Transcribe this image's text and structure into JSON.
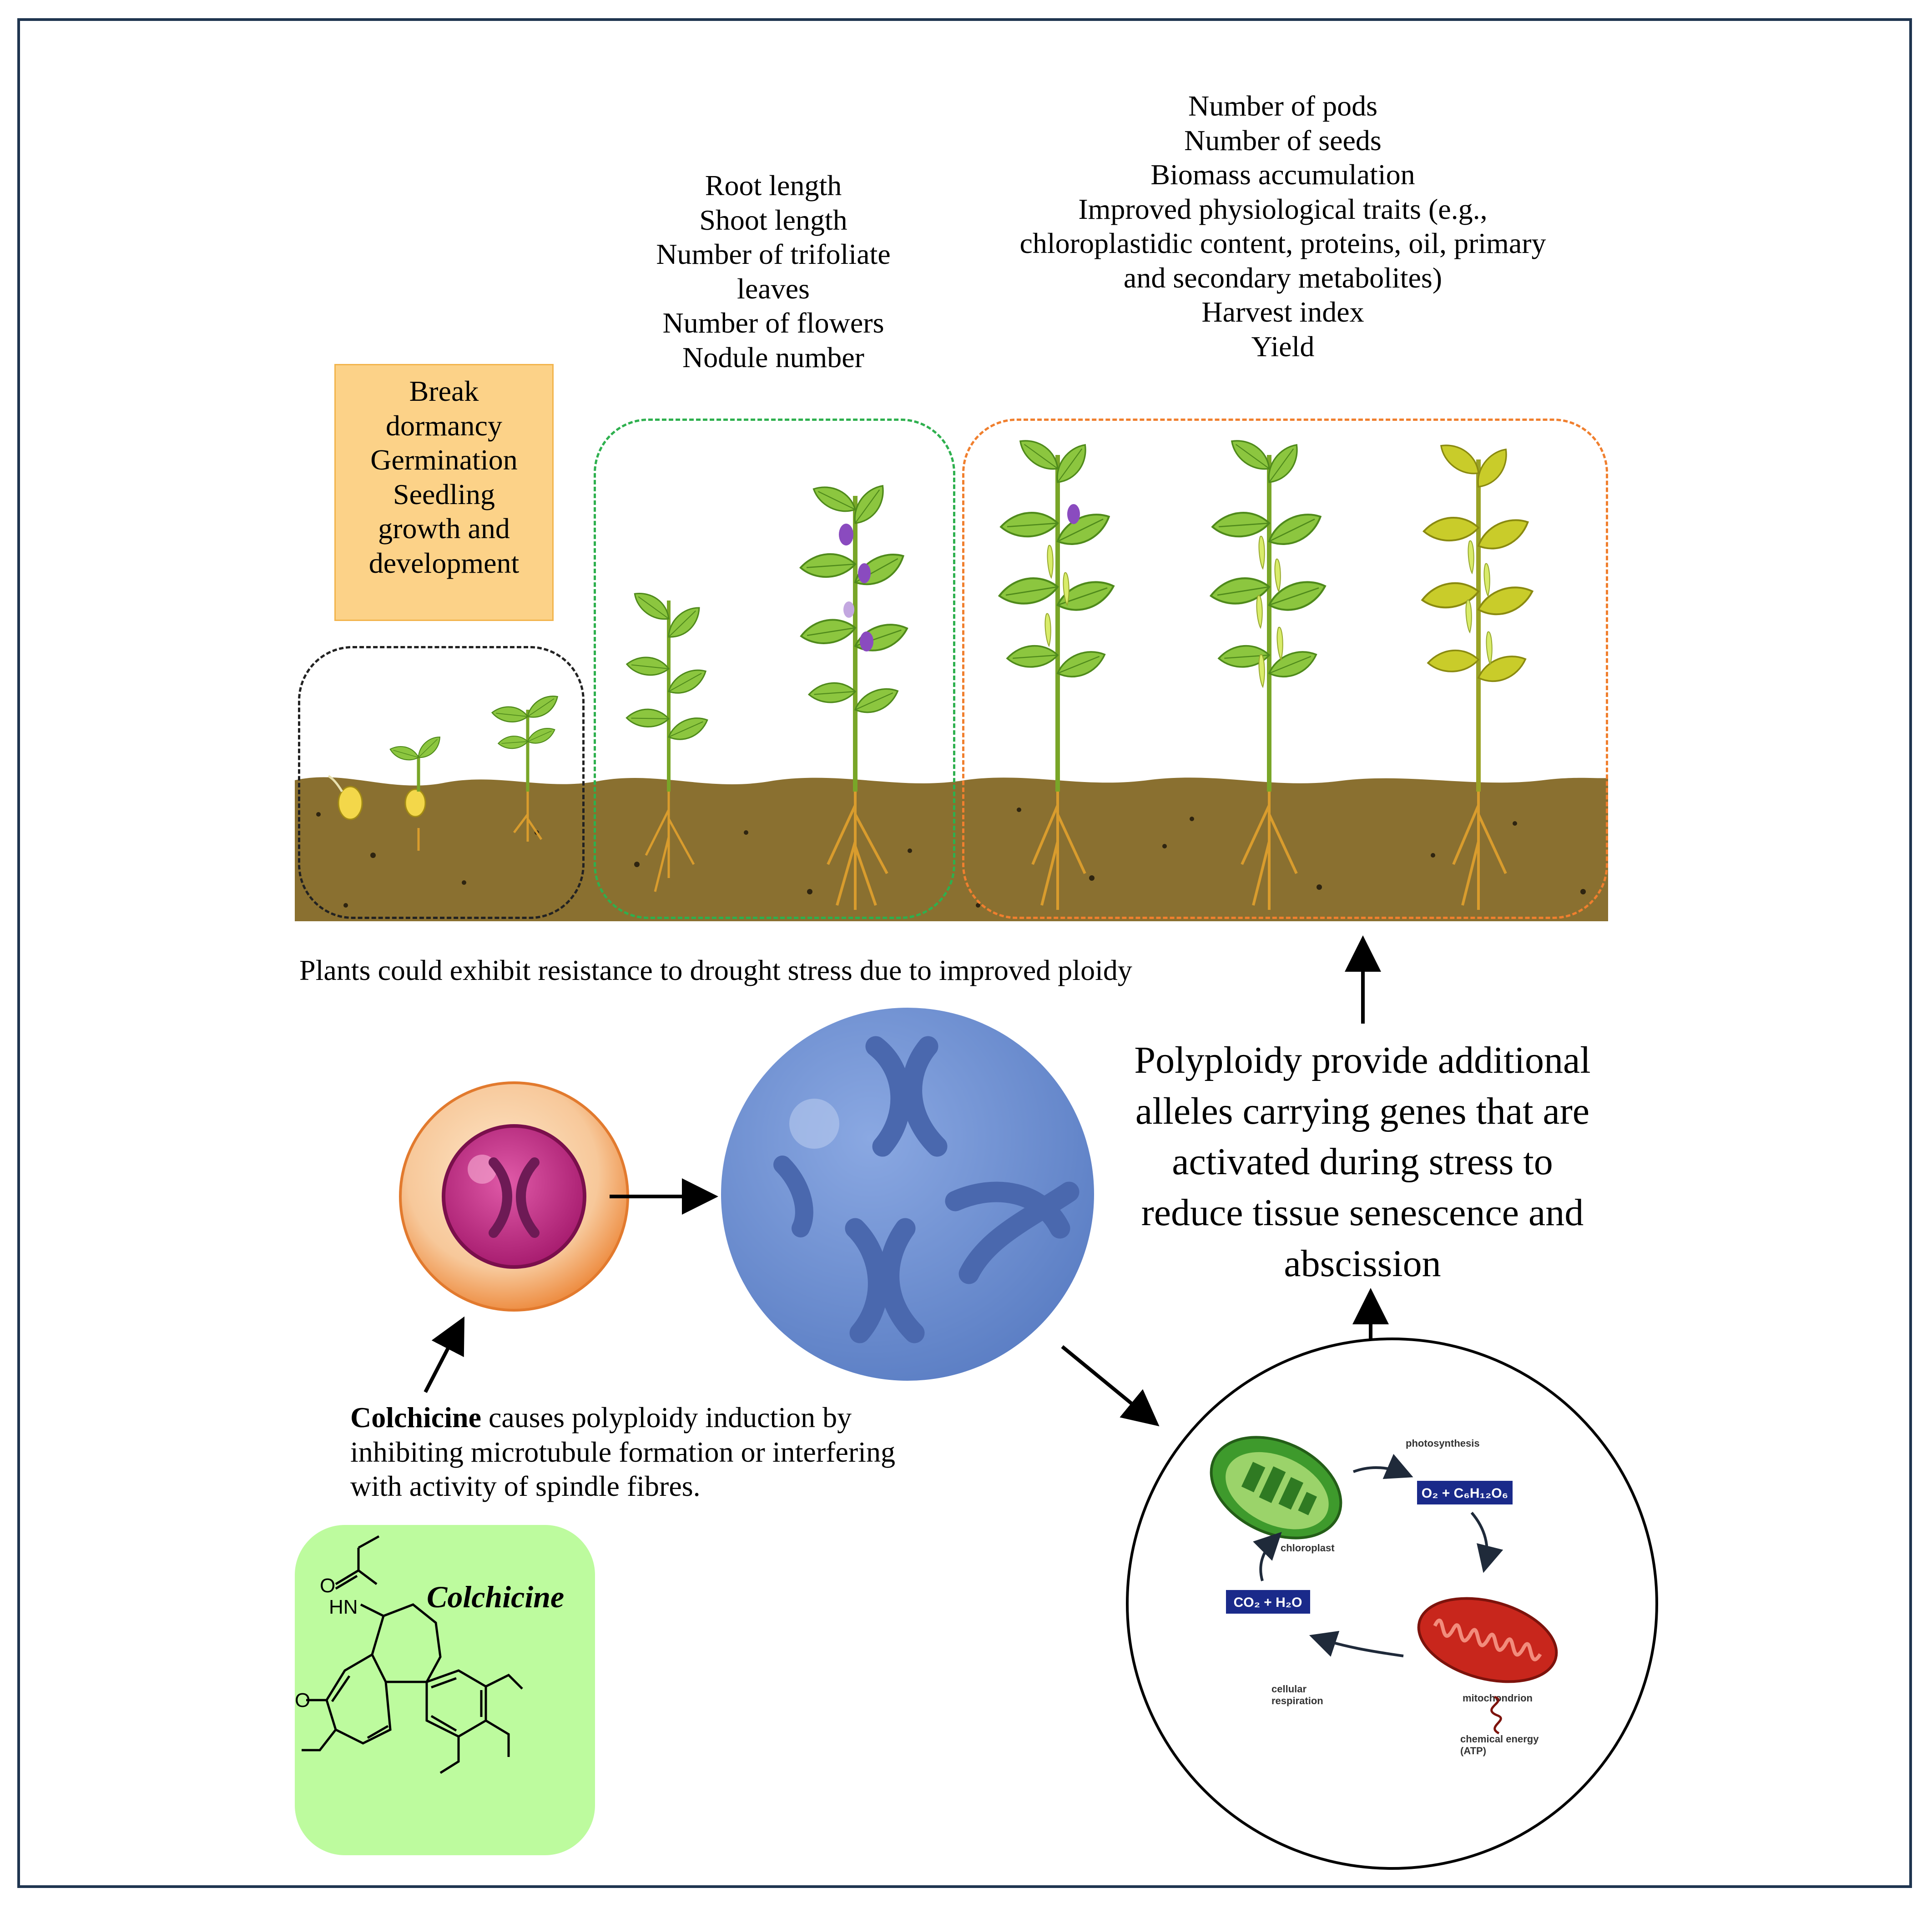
{
  "stage1_label": {
    "lines": [
      "Break",
      "dormancy",
      "Germination",
      "Seedling",
      "growth and",
      "development"
    ]
  },
  "stage2_label": {
    "lines": [
      "Root length",
      "Shoot length",
      "Number of trifoliate",
      "leaves",
      "Number of flowers",
      "Nodule number"
    ]
  },
  "stage3_label": {
    "lines": [
      "Number of pods",
      "Number of seeds",
      "Biomass accumulation",
      "Improved physiological traits (e.g.,",
      "chloroplastidic content, proteins, oil, primary",
      "and secondary metabolites)",
      "Harvest index",
      "Yield"
    ]
  },
  "drought_note": "Plants could exhibit resistance to drought stress due to improved ploidy",
  "polyploidy_note": {
    "lines": [
      "Polyploidy provide additional",
      "alleles carrying genes that are",
      "activated during stress to",
      "reduce tissue senescence and",
      "abscission"
    ]
  },
  "colchicine_note": {
    "bold": "Colchicine",
    "line1_rest": " causes polyploidy induction by",
    "line2": "inhibiting microtubule formation or interfering",
    "line3": "with activity of spindle fibres."
  },
  "structure": {
    "name": "Colchicine",
    "atoms": {
      "o_top": "O",
      "hn": "HN",
      "o_ketone": "O"
    }
  },
  "cycle": {
    "photosynthesis": "photosynthesis",
    "chloroplast": "chloroplast",
    "products": "O₂ + C₆H₁₂O₆",
    "reactants": "CO₂ + H₂O",
    "mitochondrion": "mitochondrion",
    "cellular_respiration": [
      "cellular",
      "respiration"
    ],
    "chemical_energy": [
      "chemical energy",
      "(ATP)"
    ]
  },
  "colors": {
    "frame": "#1f3550",
    "soil": "#8a7030",
    "stage1_border": "#222222",
    "stage2_border": "#2eb04e",
    "stage3_border": "#f07f2e",
    "orange_box": "#fcd288",
    "colchicine_box": "#bdfb9e",
    "cell_outer": "#f2a25a",
    "nucleus": "#c9308c",
    "polyploid_cell": "#6b8fd0",
    "chloroplast": "#3e9a2c",
    "mitochondrion": "#c8261c",
    "formula_box": "#1a2a8a"
  }
}
